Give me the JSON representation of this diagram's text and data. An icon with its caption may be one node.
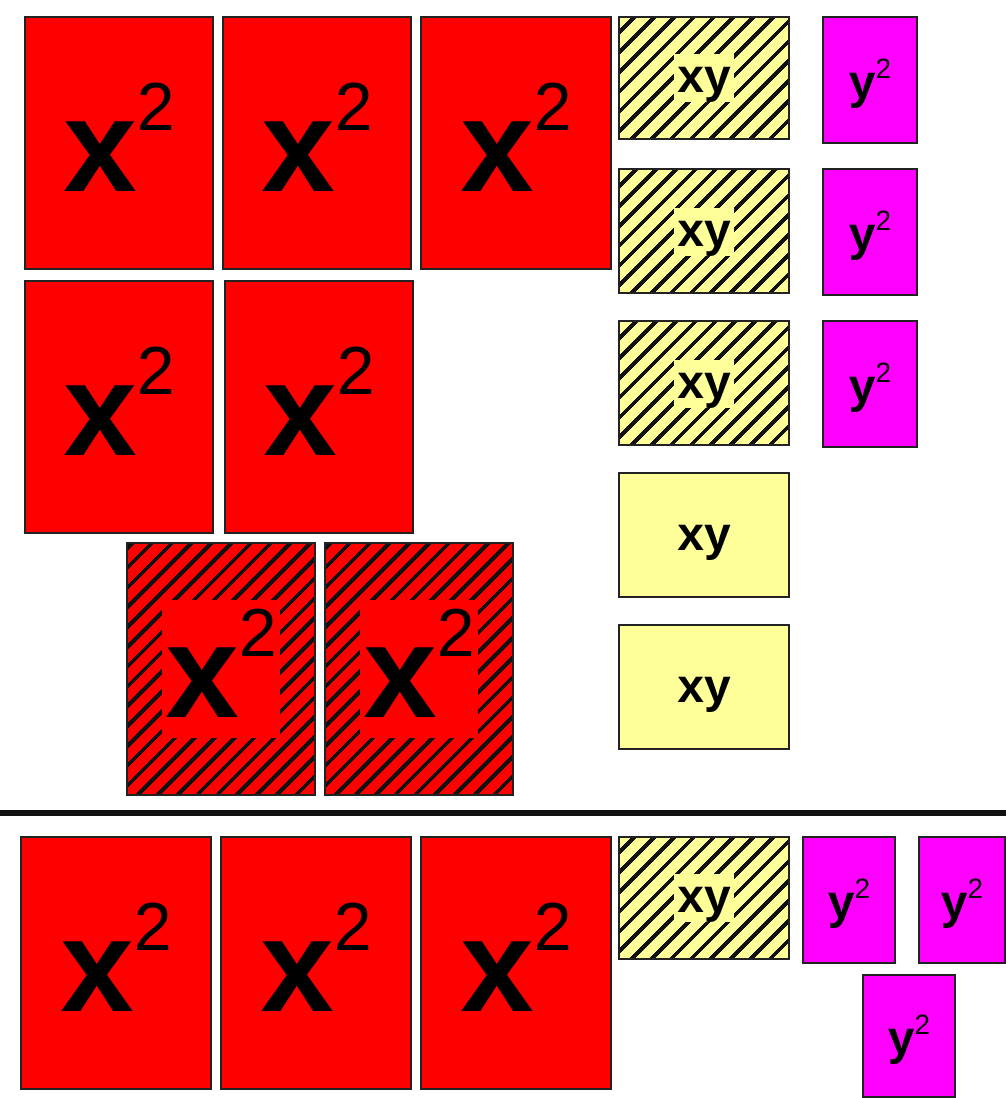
{
  "diagram": {
    "nodes": [
      {
        "text": [
          "x$^{2}$"
        ]
      },
      {
        "text": [
          "x$^{2}$"
        ]
      },
      {
        "text": [
          "x$^{2}$"
        ]
      },
      {
        "text": [
          "xy"
        ]
      },
      {
        "text": [
          "y$^{2}$"
        ]
      },
      {
        "text": [
          "xy"
        ]
      },
      {
        "text": [
          "y$^{2}$"
        ]
      },
      {
        "text": [
          "x$^{2}$"
        ]
      },
      {
        "text": [
          "x$^{2}$"
        ]
      },
      {
        "text": [
          "xy"
        ]
      },
      {
        "text": [
          "y$^{2}$"
        ]
      },
      {
        "text": [
          "xy"
        ]
      },
      {
        "text": [
          "x$^{2}$"
        ]
      },
      {
        "text": [
          "x$^{2}$"
        ]
      },
      {
        "text": [
          "xy"
        ]
      },
      {
        "text": [
          "x$^{2}$"
        ]
      },
      {
        "text": [
          "x$^{2}$"
        ]
      },
      {
        "text": [
          "x$^{2}$"
        ]
      },
      {
        "text": [
          "xy"
        ]
      },
      {
        "text": [
          "y$^{2}$"
        ]
      },
      {
        "text": [
          "y$^{2}$"
        ]
      },
      {
        "text": [
          "y$^{2}$"
        ]
      }
    ]
  }
}
